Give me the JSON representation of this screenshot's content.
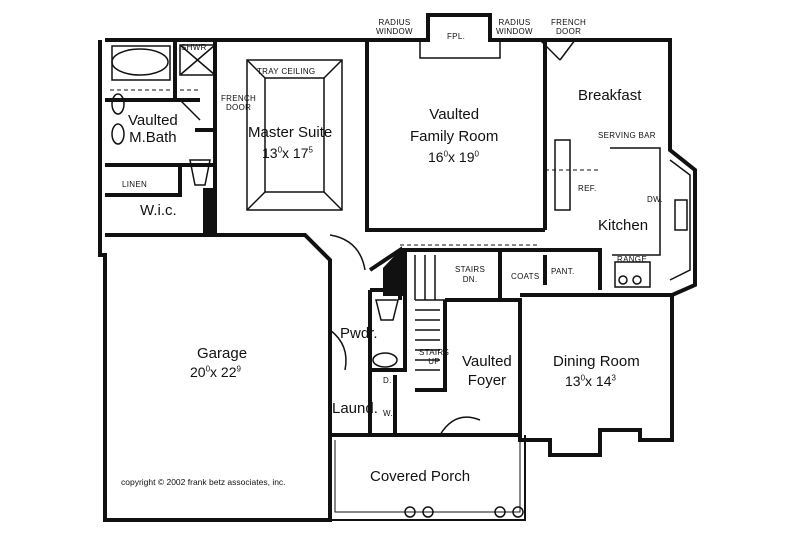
{
  "rooms": {
    "vaulted_mbath": "Vaulted\nM.Bath",
    "master_suite": {
      "name": "Master Suite",
      "dim_a": "13",
      "dim_a_sup": "0",
      "dim_x": "x 17",
      "dim_b_sup": "5"
    },
    "family_room": {
      "name": "Vaulted\nFamily Room",
      "dim_a": "16",
      "dim_a_sup": "0",
      "dim_x": "x 19",
      "dim_b_sup": "0"
    },
    "breakfast": "Breakfast",
    "kitchen": "Kitchen",
    "wic": "W.i.c.",
    "garage": {
      "name": "Garage",
      "dim_a": "20",
      "dim_a_sup": "0",
      "dim_x": "x 22",
      "dim_b_sup": "9"
    },
    "pwdr": "Pwdr.",
    "foyer": "Vaulted\nFoyer",
    "dining": {
      "name": "Dining Room",
      "dim_a": "13",
      "dim_a_sup": "0",
      "dim_x": "x 14",
      "dim_b_sup": "3"
    },
    "laund": "Laund.",
    "porch": "Covered Porch"
  },
  "notes": {
    "radius_window_1": "RADIUS\nWINDOW",
    "radius_window_2": "RADIUS\nWINDOW",
    "fpl": "FPL.",
    "french_door_top": "FRENCH\nDOOR",
    "shwr": "SHWR",
    "tray_ceiling": "TRAY CEILING",
    "french_door_bath": "FRENCH\nDOOR",
    "linen": "LINEN",
    "serving_bar": "SERVING BAR",
    "ref": "REF.",
    "dw": "DW.",
    "range": "RANGE",
    "stairs_dn": "STAIRS\nDN.",
    "coats": "COATS",
    "pant": "PANT.",
    "stairs_up": "STAIRS\nUP",
    "d": "D.",
    "w": "W."
  },
  "copyright": "copyright  © 2002  frank betz associates, inc."
}
